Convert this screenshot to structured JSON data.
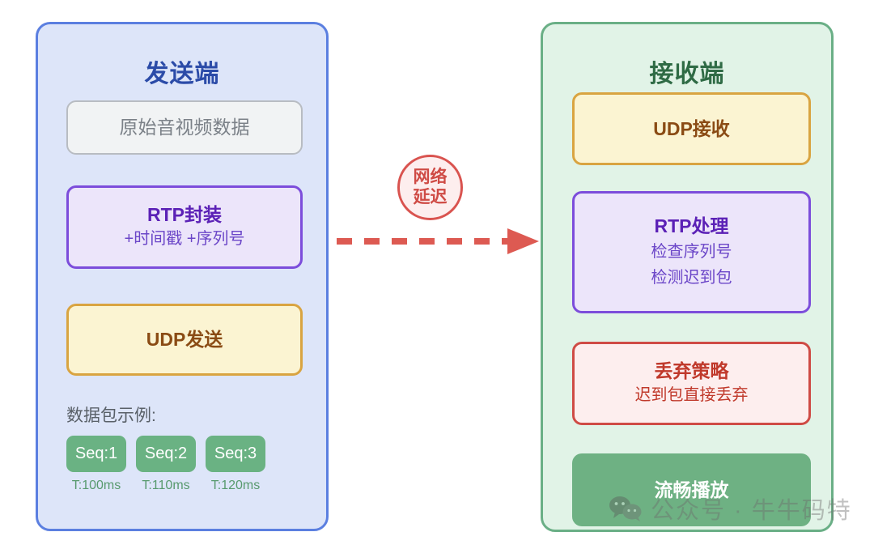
{
  "diagram": {
    "sender": {
      "title": "发送端",
      "raw_media": {
        "label": "原始音视频数据"
      },
      "rtp_pack": {
        "title": "RTP封装",
        "subtitle": "+时间戳 +序列号"
      },
      "udp_send": {
        "title": "UDP发送"
      },
      "packets_label": "数据包示例:",
      "packets": [
        {
          "seq": "Seq:1",
          "time": "T:100ms"
        },
        {
          "seq": "Seq:2",
          "time": "T:110ms"
        },
        {
          "seq": "Seq:3",
          "time": "T:120ms"
        }
      ]
    },
    "network": {
      "delay_line1": "网络",
      "delay_line2": "延迟",
      "arrow_icon": "dashed-arrow-right-icon"
    },
    "receiver": {
      "title": "接收端",
      "udp_recv": {
        "title": "UDP接收"
      },
      "rtp_process": {
        "title": "RTP处理",
        "line1": "检查序列号",
        "line2": "检测迟到包"
      },
      "drop_policy": {
        "title": "丢弃策略",
        "subtitle": "迟到包直接丢弃"
      },
      "smooth_play": {
        "title": "流畅播放"
      }
    },
    "watermark": {
      "text": "公众号 · 牛牛码特",
      "icon": "wechat-logo-icon"
    },
    "colors": {
      "sender_panel_bg": "#dde5f9",
      "sender_panel_border": "#5b7fe0",
      "sender_title": "#2b4ba8",
      "receiver_panel_bg": "#e1f3e7",
      "receiver_panel_border": "#6aaf86",
      "receiver_title": "#2f6b45",
      "purple_bg": "#ece5fa",
      "purple_border": "#7c4ddb",
      "purple_text": "#5b21b6",
      "yellow_bg": "#fbf4d2",
      "yellow_border": "#d9a441",
      "yellow_text": "#8a4b14",
      "red_bg": "#fdeeee",
      "red_border": "#cf4b45",
      "red_text": "#c0392b",
      "green_chip": "#6ab283",
      "green_solid": "#6eb183",
      "gray_bg": "#f1f3f4",
      "gray_border": "#b8bcc2",
      "gray_text": "#7b8188"
    }
  }
}
